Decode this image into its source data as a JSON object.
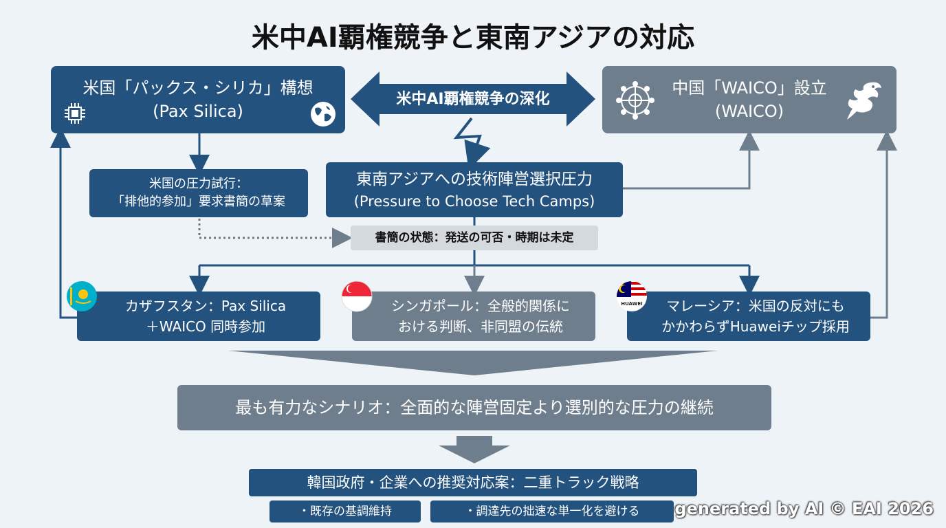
{
  "title": "米中AI覇権競争と東南アジアの対応",
  "us_box": {
    "line1": "米国「パックス・シリカ」構想",
    "line2": "(Pax Silica)"
  },
  "center_arrow": {
    "label": "米中AI覇権競争の深化"
  },
  "china_box": {
    "line1": "中国「WAICO」設立",
    "line2": "(WAICO)"
  },
  "us_pressure": {
    "line1": "米国の圧力試行：",
    "line2": "「排他的参加」要求書簡の草案"
  },
  "pressure_box": {
    "line1": "東南アジアへの技術陣営選択圧力",
    "line2": "(Pressure to Choose Tech Camps)"
  },
  "letter_status": "書簡の状態：発送の可否・時期は未定",
  "kazakhstan": {
    "line1": "カザフスタン：Pax Silica",
    "line2": "＋WAICO 同時参加"
  },
  "singapore": {
    "line1": "シンガポール：全般的関係に",
    "line2": "おける判断、非同盟の伝統"
  },
  "malaysia": {
    "line1": "マレーシア：米国の反対にも",
    "line2": "かかわらずHuaweiチップ採用",
    "flag_badge": "HUAWEI"
  },
  "scenario": "最も有力なシナリオ：全面的な陣営固定より選別的な圧力の継続",
  "korea_rec": "韓国政府・企業への推奨対応案：二重トラック戦略",
  "korea_items": [
    "・既存の基調維持",
    "・調達先の拙速な単一化を避ける"
  ],
  "watermark": "generated by AI © EAI 2026",
  "colors": {
    "blue": "#24527f",
    "gray": "#6f7e8c",
    "light": "#d4d9de",
    "background": "#eef3f7"
  },
  "icons": [
    "chip-icon",
    "globe-icon",
    "network-icon",
    "dragon-icon",
    "kazakhstan-flag-icon",
    "singapore-flag-icon",
    "malaysia-flag-icon"
  ]
}
